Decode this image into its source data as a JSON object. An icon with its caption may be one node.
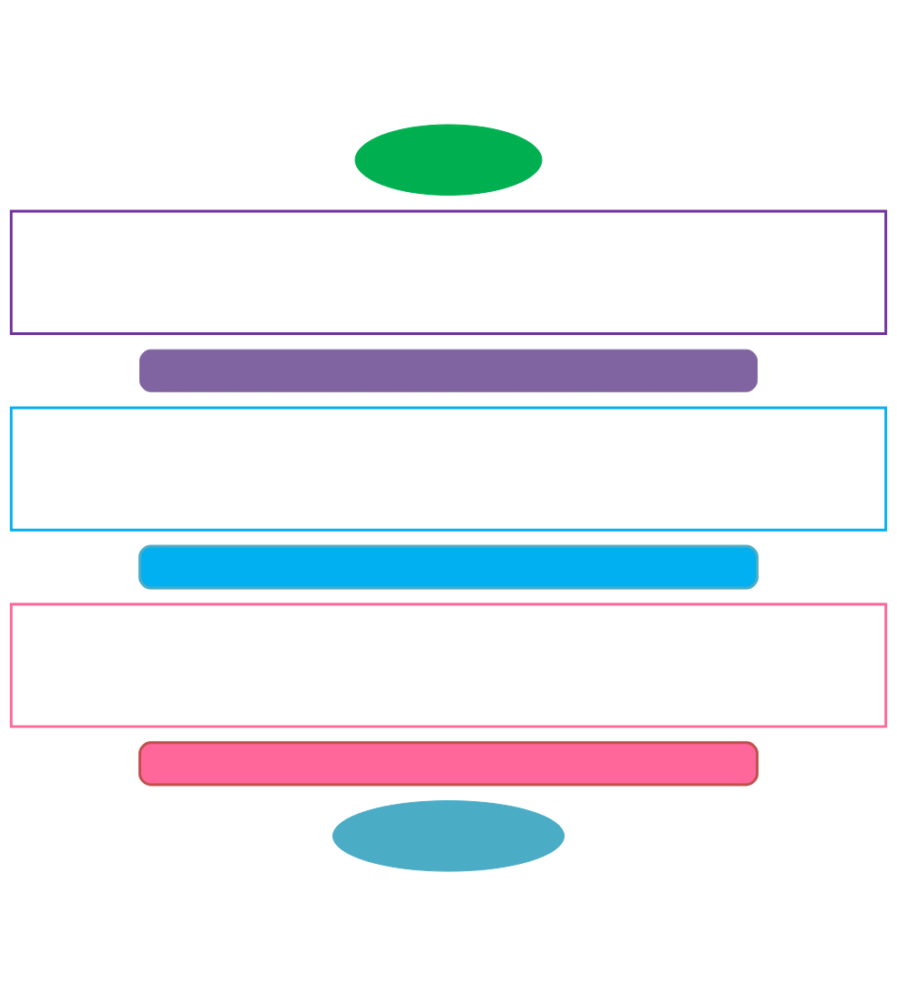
{
  "diagram": {
    "nodes": [
      {
        "text": [],
        "shape": "ellipse"
      },
      {
        "text": [],
        "shape": "bar"
      },
      {
        "text": [],
        "shape": "box"
      },
      {
        "text": [],
        "shape": "bar"
      },
      {
        "text": [],
        "shape": "box"
      },
      {
        "text": [],
        "shape": "bar"
      },
      {
        "text": [],
        "shape": "box"
      },
      {
        "text": [],
        "shape": "ellipse"
      }
    ]
  }
}
